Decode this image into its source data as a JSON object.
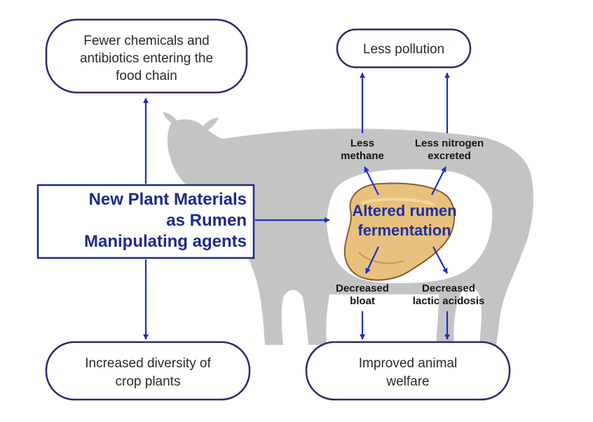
{
  "colors": {
    "arrow": "#1a2fc4",
    "box_border": "#2a2a6a",
    "main_text": "#1c2a8c",
    "rumen_text": "#1c2fa0",
    "cow_silhouette": "#c4c4c4",
    "rumen_fill": "#e9c17f"
  },
  "icons": {
    "cow": "cow-silhouette",
    "rumen": "rumen-organ"
  },
  "nodes": {
    "top_left": {
      "line1": "Fewer chemicals and",
      "line2": "antibiotics entering the",
      "line3": "food chain"
    },
    "top_right": {
      "line1": "Less pollution"
    },
    "bottom_left": {
      "line1": "Increased diversity of",
      "line2": "crop plants"
    },
    "bottom_right": {
      "line1": "Improved animal",
      "line2": "welfare"
    },
    "main": {
      "line1": "New Plant Materials",
      "line2": "as Rumen",
      "line3": "Manipulating agents"
    },
    "rumen": {
      "line1": "Altered rumen",
      "line2": "fermentation"
    }
  },
  "effects": {
    "methane": {
      "line1": "Less",
      "line2": "methane"
    },
    "nitrogen": {
      "line1": "Less nitrogen",
      "line2": "excreted"
    },
    "bloat": {
      "line1": "Decreased",
      "line2": "bloat"
    },
    "acidosis": {
      "line1": "Decreased",
      "line2": "lactic acidosis"
    }
  }
}
